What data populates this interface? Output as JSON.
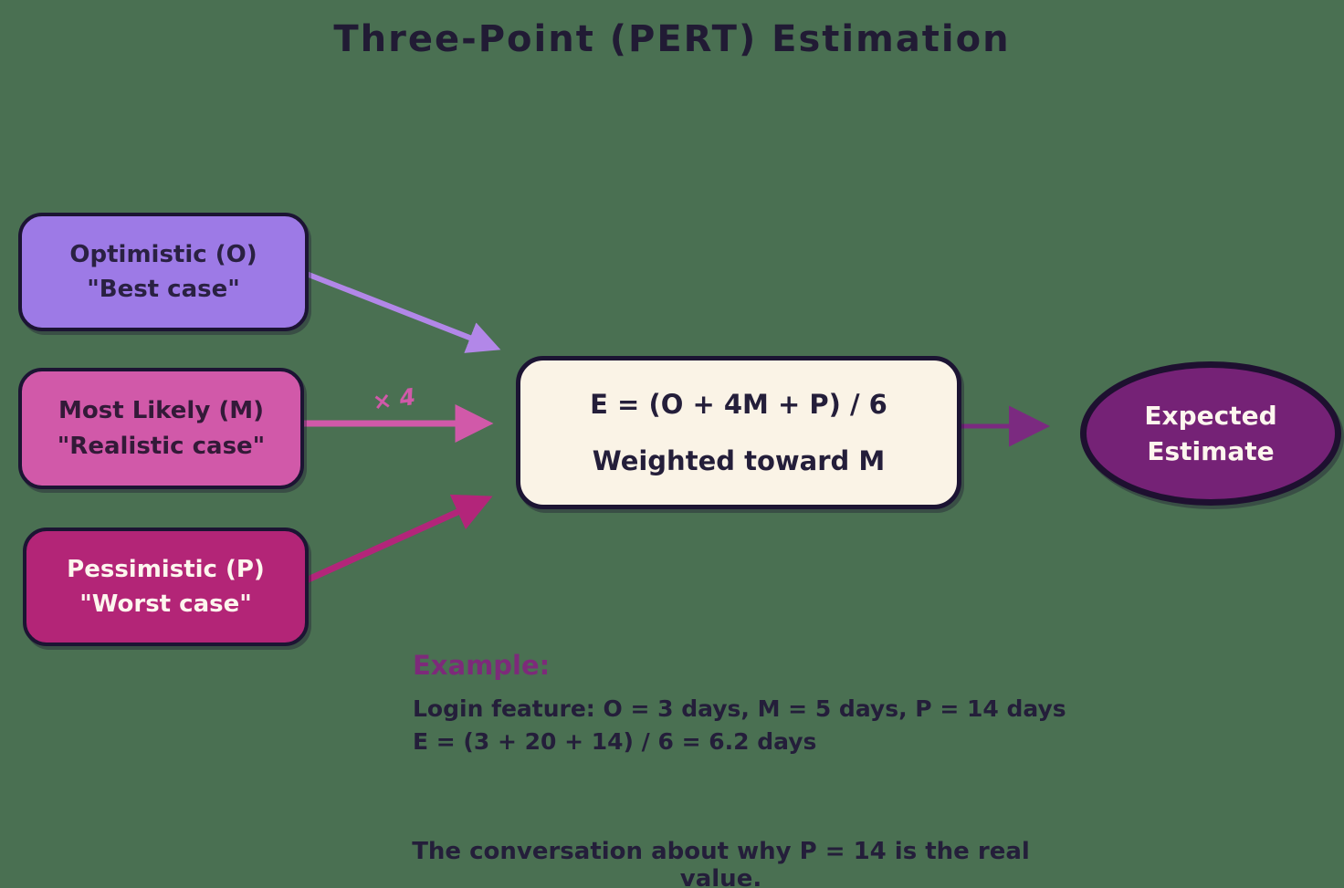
{
  "title": "Three-Point (PERT) Estimation",
  "nodes": {
    "optimistic": {
      "line1": "Optimistic (O)",
      "line2": "\"Best case\"",
      "fill": "#9d7ae6",
      "text_color": "#2a2142"
    },
    "most_likely": {
      "line1": "Most Likely (M)",
      "line2": "\"Realistic case\"",
      "fill": "#d159a9",
      "text_color": "#331a38"
    },
    "pessimistic": {
      "line1": "Pessimistic (P)",
      "line2": "\"Worst case\"",
      "fill": "#b32577",
      "text_color": "#fdf6ee"
    },
    "formula": {
      "line1": "E = (O + 4M + P) / 6",
      "line2": "Weighted toward M",
      "fill": "#faf3e6",
      "text_color": "#241e3a"
    },
    "result": {
      "line1": "Expected",
      "line2": "Estimate",
      "fill": "#752276",
      "text_color": "#fdf6ee"
    }
  },
  "arrows": {
    "optimistic_to_formula": {
      "color": "#b287e8",
      "label": ""
    },
    "most_likely_to_formula": {
      "color": "#d159a9",
      "label": "× 4"
    },
    "pessimistic_to_formula": {
      "color": "#b3257a",
      "label": ""
    },
    "formula_to_result": {
      "color": "#7b2a80",
      "label": ""
    }
  },
  "example": {
    "heading": "Example:",
    "line1": "Login feature: O = 3 days, M = 5 days, P = 14 days",
    "line2": "E = (3 + 20 + 14) / 6 = 6.2 days"
  },
  "caption": "The conversation about why P = 14 is the real value.",
  "colors": {
    "background": "#4a7052",
    "title_text": "#211b34",
    "node_border": "#1c1433",
    "example_heading": "#7d2a7a",
    "body_text": "#241e3a"
  }
}
